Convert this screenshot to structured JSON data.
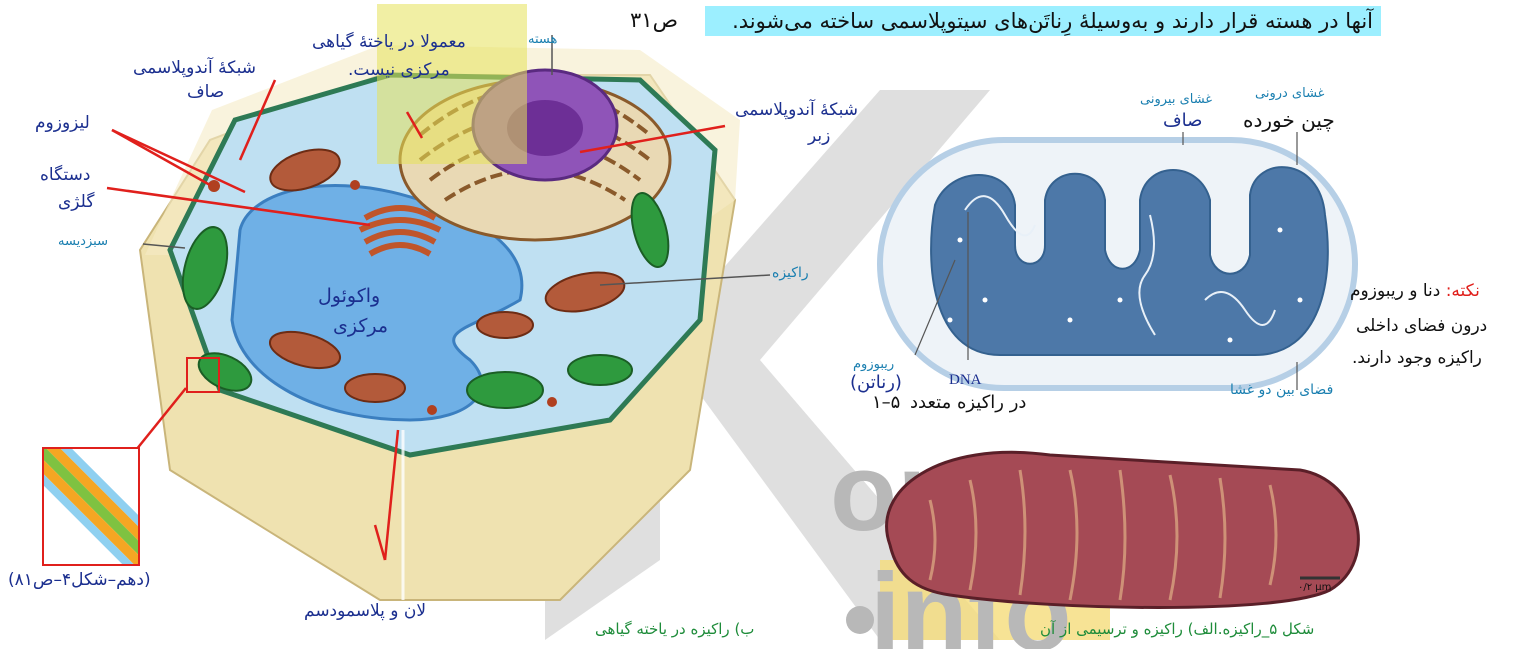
{
  "caption_top": "آنها در هسته قرار دارند و به‌وسیلۀ رِناتَن‌های سیتوپلاسمی ساخته می‌شوند.",
  "page_ref_top": "ص۳۱",
  "cell_labels": {
    "nucleus": "هسته",
    "central_note": "معمولا در یاختۀ گیاهی",
    "central_note2": "مرکزی نیست.",
    "smooth_er": "شبکۀ آندوپلاسمی",
    "smooth_er2": "صاف",
    "lysosome": "لیزوزوم",
    "golgi": "دستگاه",
    "golgi2": "گلژی",
    "chloroplast": "سبزدیسه",
    "rough_er": "شبکۀ آندوپلاسمی",
    "rough_er2": "زبر",
    "mitochondrion": "راکیزه",
    "vacuole": "واکوئول",
    "vacuole2": "مرکزی",
    "plasmodesma": "لان و پلاسمودسم",
    "inset_ref": "(دهم–شکل۴–ص۸۱)",
    "caption_b": "ب) راکیزه در یاخته گیاهی"
  },
  "mito_labels": {
    "outer": "غشای بیرونی",
    "outer_type": "صاف",
    "inner": "غشای درونی",
    "inner_type": "چین خورده",
    "ribosome": "ریبوزوم",
    "ribosome_fa": "(رناتن)",
    "dna": "DNA",
    "dna_note": "در راکیزه متعدد",
    "dna_fig": "۵–۱",
    "intermembrane": "فضای بین دو غشا",
    "note_title": "نکته:",
    "note_1": " دنا و ریبوزوم",
    "note_2": "درون فضای داخلی",
    "note_3": "راکیزه وجود دارند.",
    "scale": "۰/۲ µm",
    "caption": "شکل ۵_راکیزه.الف) راکیزه و ترسیمی از آن"
  },
  "watermark": {
    "word1": "on",
    "word2": "info"
  }
}
